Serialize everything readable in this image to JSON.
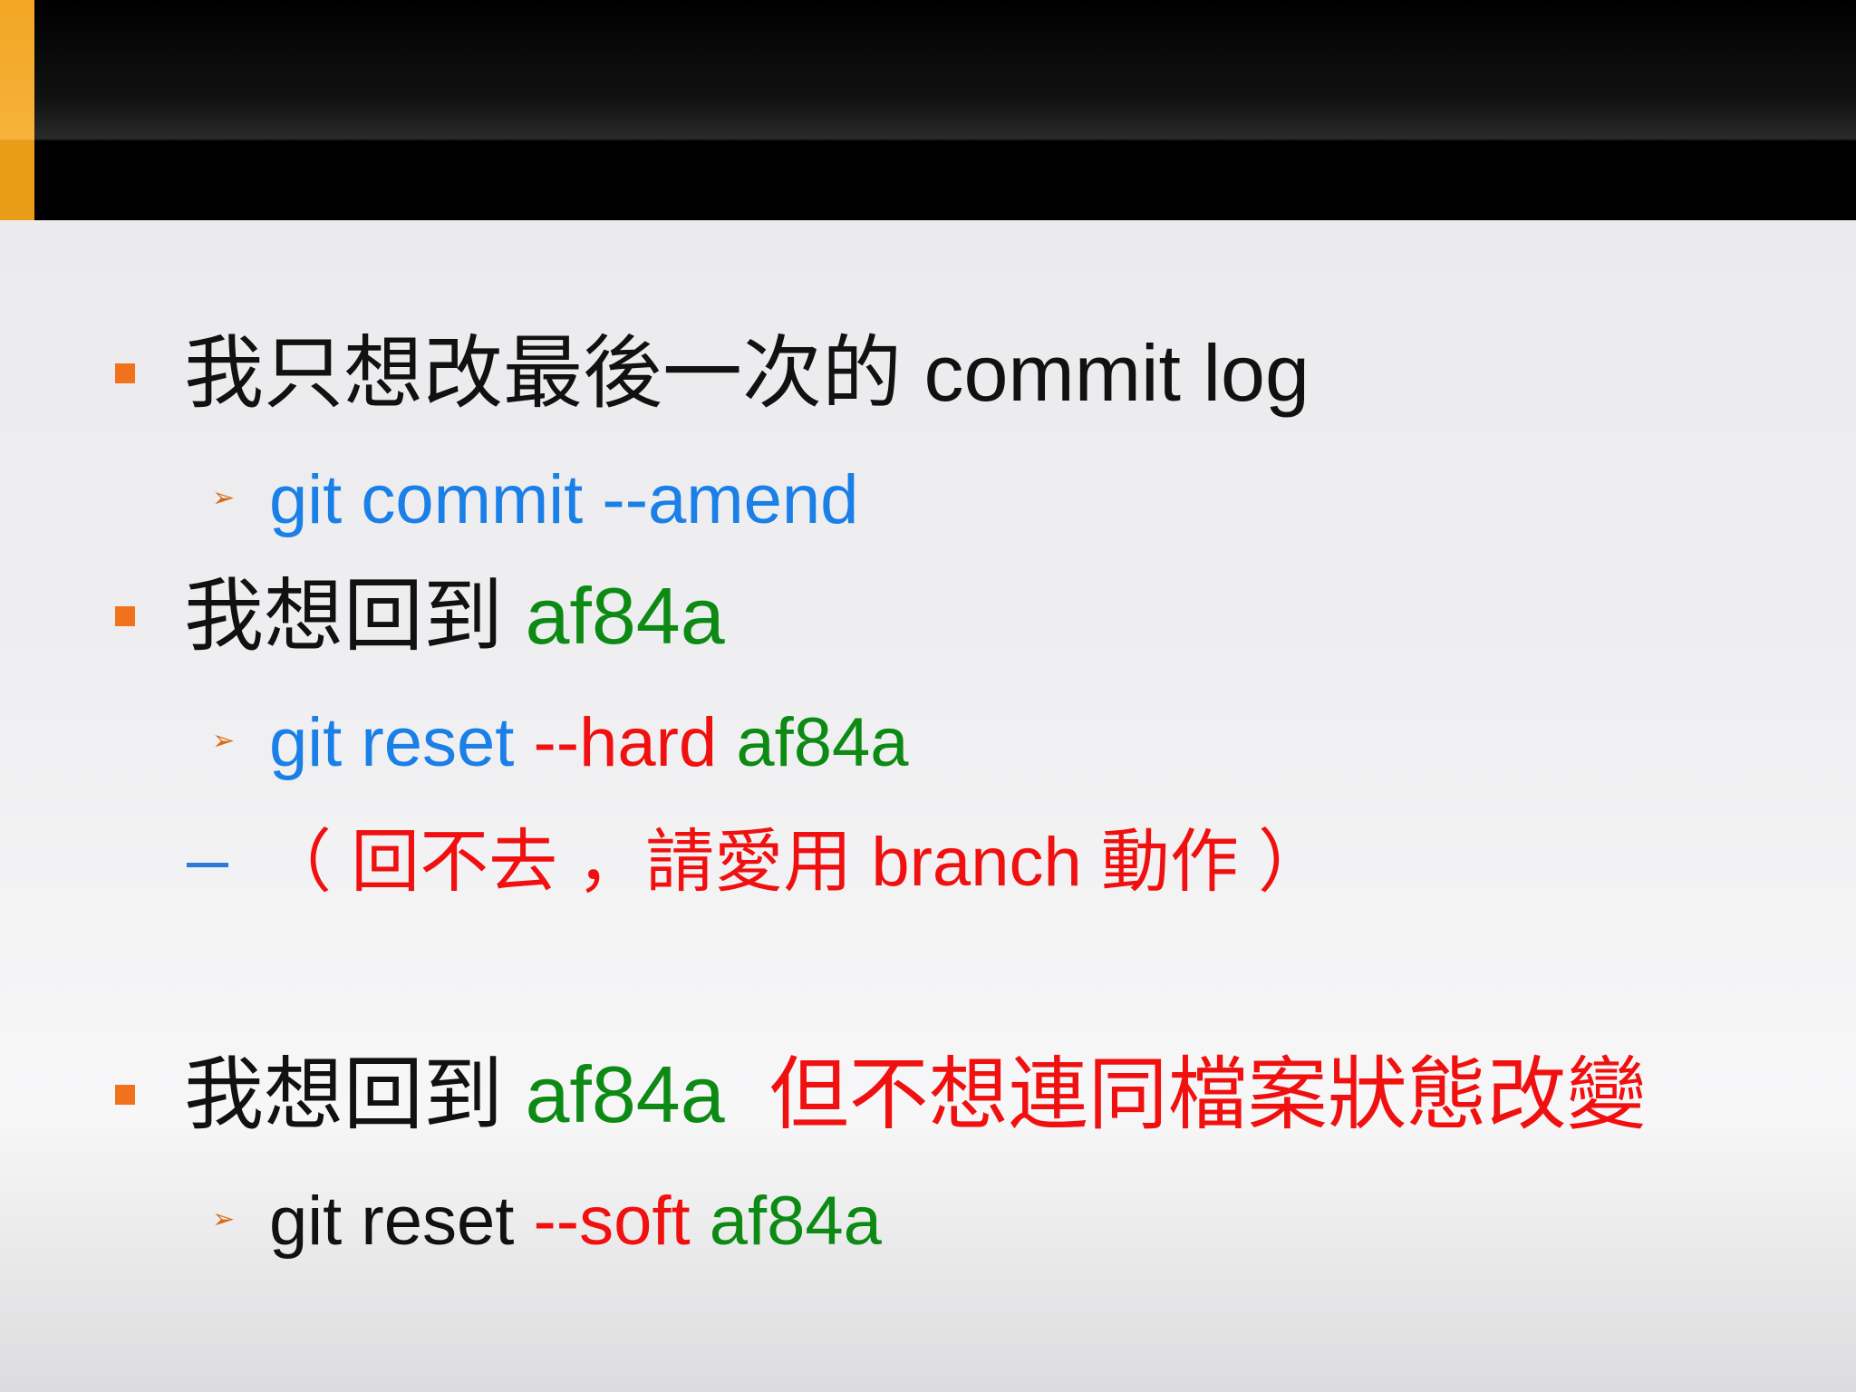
{
  "colors": {
    "header": "#000000",
    "accent": "#f2a623",
    "bullet": "#f2711c",
    "black_text": "#111111",
    "blue_text": "#1a7fe6",
    "green_text": "#0d8a14",
    "red_text": "#f01010"
  },
  "items": [
    {
      "text_a": "我只想改最後一次的 commit log",
      "sub": {
        "cmd": "git commit --amend"
      }
    },
    {
      "text_a": "我想回到 ",
      "hash": "af84a",
      "sub": {
        "cmd": "git reset ",
        "flag": "--hard ",
        "hash": "af84a"
      },
      "note": "（ 回不去 ，請愛用 branch 動作 ）"
    },
    {
      "text_a": "我想回到 ",
      "hash": "af84a",
      "warn": "  但不想連同檔案狀態改變",
      "sub": {
        "cmd": "git reset ",
        "flag": "--soft ",
        "hash": "af84a"
      }
    }
  ],
  "icons": {
    "bullet": "square-bullet-icon",
    "sub_bullet": "arrowhead-bullet-icon",
    "note_bullet": "dash-bullet-icon"
  }
}
